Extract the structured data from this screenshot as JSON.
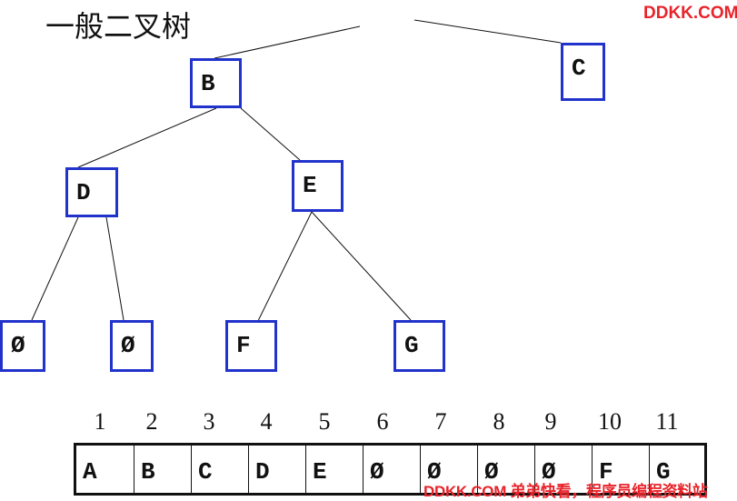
{
  "title": "一般二叉树",
  "watermark_top": "DDKK.COM",
  "watermark_bottom": "DDKK.COM 弟弟快看，程序员编程资料站",
  "tree": {
    "nodes": [
      {
        "id": "B",
        "label": "B"
      },
      {
        "id": "C",
        "label": "C"
      },
      {
        "id": "D",
        "label": "D"
      },
      {
        "id": "E",
        "label": "E"
      },
      {
        "id": "N1",
        "label": "Ø"
      },
      {
        "id": "N2",
        "label": "Ø"
      },
      {
        "id": "F",
        "label": "F"
      },
      {
        "id": "G",
        "label": "G"
      }
    ],
    "edges": [
      {
        "from": "A",
        "to": "B"
      },
      {
        "from": "A",
        "to": "C"
      },
      {
        "from": "B",
        "to": "D"
      },
      {
        "from": "B",
        "to": "E"
      },
      {
        "from": "D",
        "to": "N1"
      },
      {
        "from": "D",
        "to": "N2"
      },
      {
        "from": "E",
        "to": "F"
      },
      {
        "from": "E",
        "to": "G"
      }
    ]
  },
  "array": {
    "indices": [
      "1",
      "2",
      "3",
      "4",
      "5",
      "6",
      "7",
      "8",
      "9",
      "10",
      "11"
    ],
    "cells": [
      "A",
      "B",
      "C",
      "D",
      "E",
      "Ø",
      "Ø",
      "Ø",
      "Ø",
      "F",
      "G"
    ]
  },
  "colors": {
    "node_border": "#2233cc",
    "watermark": "#e8232a",
    "text": "#111111"
  }
}
